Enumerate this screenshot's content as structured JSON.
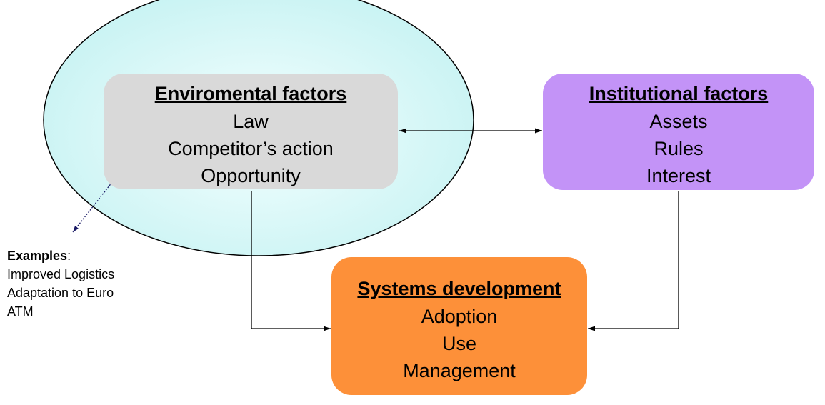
{
  "colors": {
    "ellipse_fill_center": "#f4ffff",
    "ellipse_fill_edge": "#c5f2f2",
    "environmental_box": "#d9d9d9",
    "institutional_box": "#c393f7",
    "systems_box": "#fd9039",
    "connector": "#000000",
    "examples_arrow": "#1a1a66"
  },
  "environmental": {
    "title": "Enviromental factors",
    "items": [
      "Law",
      "Competitor’s action",
      "Opportunity"
    ]
  },
  "institutional": {
    "title": "Institutional factors",
    "items": [
      "Assets",
      "Rules",
      "Interest"
    ]
  },
  "systems": {
    "title": "Systems development",
    "items": [
      "Adoption",
      "Use",
      "Management"
    ]
  },
  "examples": {
    "label": "Examples",
    "separator": ":",
    "items": [
      "Improved Logistics",
      "Adaptation to Euro",
      "ATM"
    ]
  }
}
